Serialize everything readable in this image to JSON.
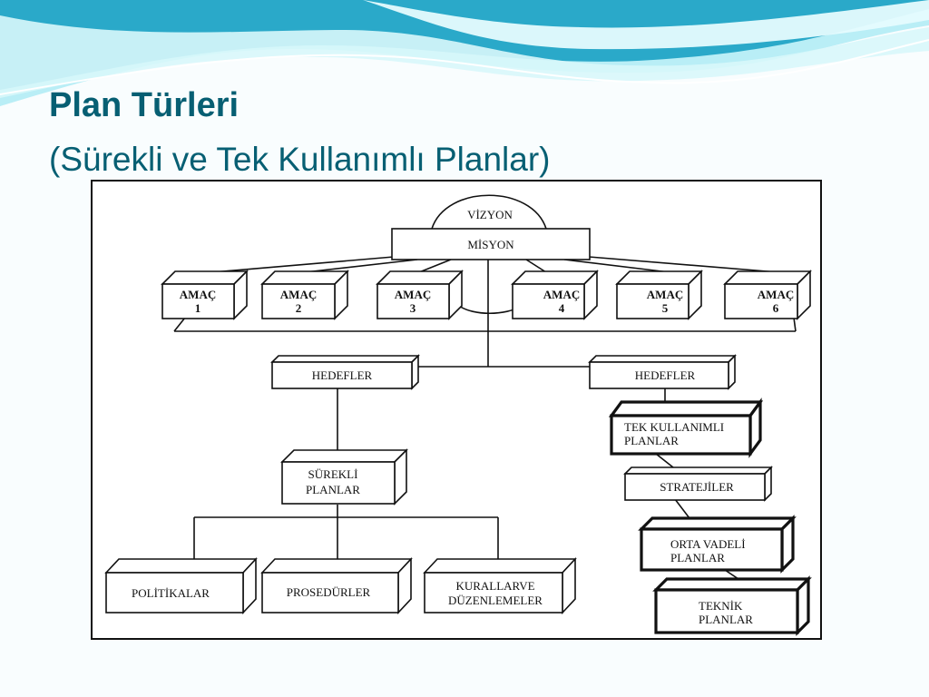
{
  "slide": {
    "title": "Plan Türleri",
    "subtitle": "(Sürekli ve Tek Kullanımlı Planlar)"
  },
  "diagram": {
    "vision": "VİZYON",
    "mission": "MİSYON",
    "goals": [
      {
        "line1": "AMAÇ",
        "line2": "1"
      },
      {
        "line1": "AMAÇ",
        "line2": "2"
      },
      {
        "line1": "AMAÇ",
        "line2": "3"
      },
      {
        "line1": "AMAÇ",
        "line2": "4"
      },
      {
        "line1": "AMAÇ",
        "line2": "5"
      },
      {
        "line1": "AMAÇ",
        "line2": "6"
      }
    ],
    "objectives_left": "HEDEFLER",
    "objectives_right": "HEDEFLER",
    "continuous_plans": {
      "line1": "SÜREKLİ",
      "line2": "PLANLAR"
    },
    "policies": "POLİTİKALAR",
    "procedures": "PROSEDÜRLER",
    "rules": {
      "line1": "KURALLARVE",
      "line2": "DÜZENLEMELER"
    },
    "single_use_plans": {
      "line1": "TEK KULLANIMLI",
      "line2": "PLANLAR"
    },
    "strategies": "STRATEJİLER",
    "medium_term_plans": {
      "line1": "ORTA VADELİ",
      "line2": "PLANLAR"
    },
    "technical_plans": {
      "line1": "TEKNİK",
      "line2": "PLANLAR"
    }
  },
  "colors": {
    "title": "#075f73",
    "wave_dark": "#0e96b5",
    "wave_light": "#9ee4f0",
    "diagram_stroke": "#111111"
  }
}
